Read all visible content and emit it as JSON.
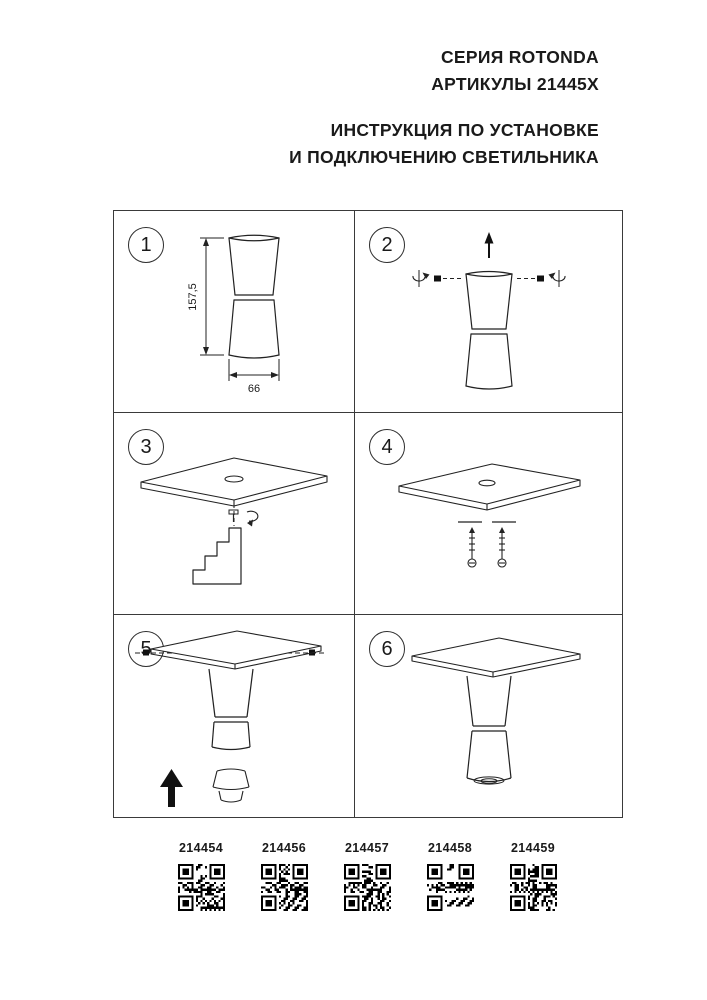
{
  "header": {
    "series": "СЕРИЯ ROTONDA",
    "articles_line": "АРТИКУЛЫ 21445X",
    "instruction_line1": "ИНСТРУКЦИЯ ПО УСТАНОВКЕ",
    "instruction_line2": "И ПОДКЛЮЧЕНИЮ СВЕТИЛЬНИКА"
  },
  "steps": [
    {
      "number": "1",
      "height_label": "157,5",
      "width_label": "66"
    },
    {
      "number": "2"
    },
    {
      "number": "3"
    },
    {
      "number": "4"
    },
    {
      "number": "5"
    },
    {
      "number": "6"
    }
  ],
  "footer": {
    "articles": [
      {
        "code": "214454"
      },
      {
        "code": "214456"
      },
      {
        "code": "214457"
      },
      {
        "code": "214458"
      },
      {
        "code": "214459"
      }
    ]
  },
  "colors": {
    "ink": "#1a1a1a",
    "line": "#333333",
    "background": "#ffffff"
  }
}
